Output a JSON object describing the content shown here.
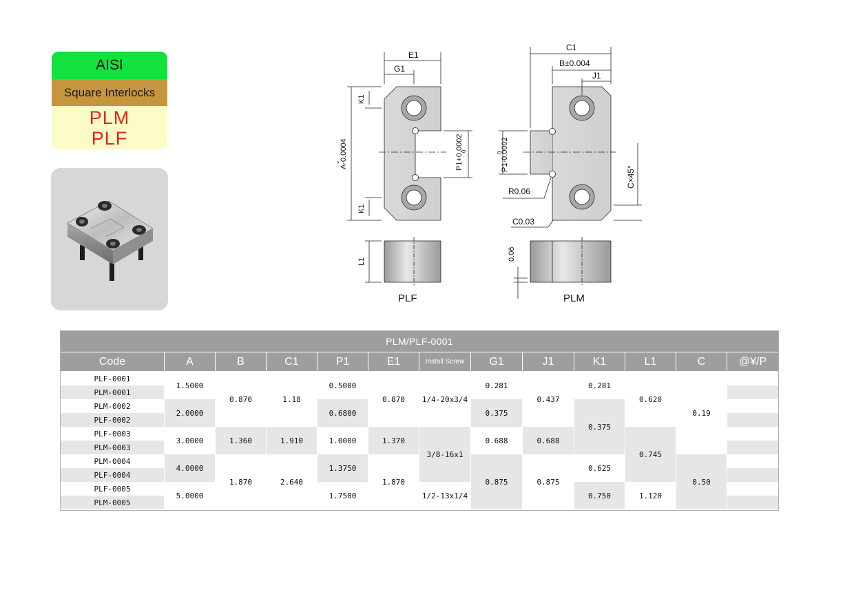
{
  "badge": {
    "standard": "AISI",
    "series": "Square Interlocks",
    "code_1": "PLM",
    "code_2": "PLF"
  },
  "drawing": {
    "labels": {
      "e1": "E1",
      "g1": "G1",
      "c1": "C1",
      "b_tol": "B±0.004",
      "j1": "J1",
      "k1_top": "K1",
      "k1_bottom": "K1",
      "a_tol": "A-0.0004",
      "a_tol_upper": "0",
      "p1_plf": "P1+0.0002",
      "p1_plf_lower": "0",
      "p1_plm": "P1-0.0002",
      "p1_plm_upper": "0",
      "c45": "C×45°",
      "r006": "R0.06",
      "c003": "C0.03",
      "l1": "L1",
      "d006": "0.06",
      "name_plf": "PLF",
      "name_plm": "PLM"
    }
  },
  "table": {
    "title": "PLM/PLF-0001",
    "headers": [
      "Code",
      "A",
      "B",
      "C1",
      "P1",
      "E1",
      "Install Screw",
      "G1",
      "J1",
      "K1",
      "L1",
      "C",
      "@¥/P"
    ],
    "codes": [
      "PLF-0001",
      "PLM-0001",
      "PLM-0002",
      "PLF-0002",
      "PLF-0003",
      "PLM-0003",
      "PLM-0004",
      "PLF-0004",
      "PLF-0005",
      "PLM-0005"
    ],
    "a": [
      "1.5000",
      "2.0000",
      "3.0000",
      "4.0000",
      "5.0000"
    ],
    "b": [
      "0.870",
      "1.360",
      "1.870"
    ],
    "c1": [
      "1.18",
      "1.910",
      "2.640"
    ],
    "p1": [
      "0.5000",
      "0.6800",
      "1.0000",
      "1.3750",
      "1.7500"
    ],
    "e1": [
      "0.870",
      "1.370",
      "1.870"
    ],
    "screw": [
      "1/4-20x3/4",
      "3/8-16x1",
      "1/2-13x1/4"
    ],
    "g1": [
      "0.281",
      "0.375",
      "0.688",
      "0.875"
    ],
    "j1": [
      "0.437",
      "0.688",
      "0.875"
    ],
    "k1": [
      "0.281",
      "0.375",
      "0.625",
      "0.750"
    ],
    "l1": [
      "0.620",
      "0.745",
      "1.120"
    ],
    "c": [
      "0.19",
      "0.50"
    ]
  }
}
